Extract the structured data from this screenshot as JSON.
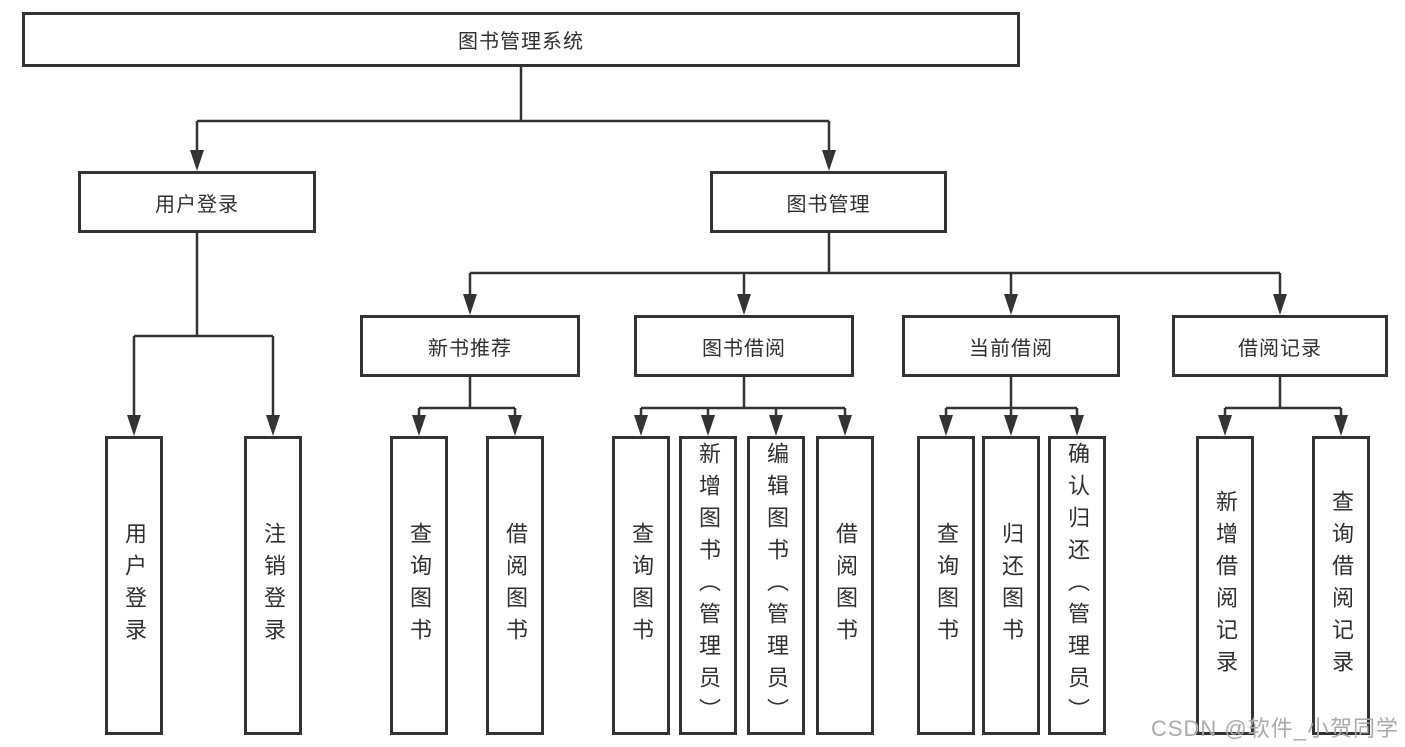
{
  "diagram": {
    "root": {
      "label": "图书管理系统"
    },
    "branches": [
      {
        "label": "用户登录",
        "leaves": [
          "用户登录",
          "注销登录"
        ]
      },
      {
        "label": "图书管理",
        "groups": [
          {
            "label": "新书推荐",
            "leaves": [
              "查询图书",
              "借阅图书"
            ]
          },
          {
            "label": "图书借阅",
            "leaves": [
              "查询图书",
              "新增图书（管理员）",
              "编辑图书（管理员）",
              "借阅图书"
            ]
          },
          {
            "label": "当前借阅",
            "leaves": [
              "查询图书",
              "归还图书",
              "确认归还（管理员）"
            ]
          },
          {
            "label": "借阅记录",
            "leaves": [
              "新增借阅记录",
              "查询借阅记录"
            ]
          }
        ]
      }
    ]
  },
  "watermark": {
    "text": "CSDN @软件_小贺同学"
  },
  "colors": {
    "line": "#333333",
    "box_border": "#333333",
    "text": "#2f2f2f",
    "watermark": "#aaaaaa",
    "background": "#ffffff"
  }
}
